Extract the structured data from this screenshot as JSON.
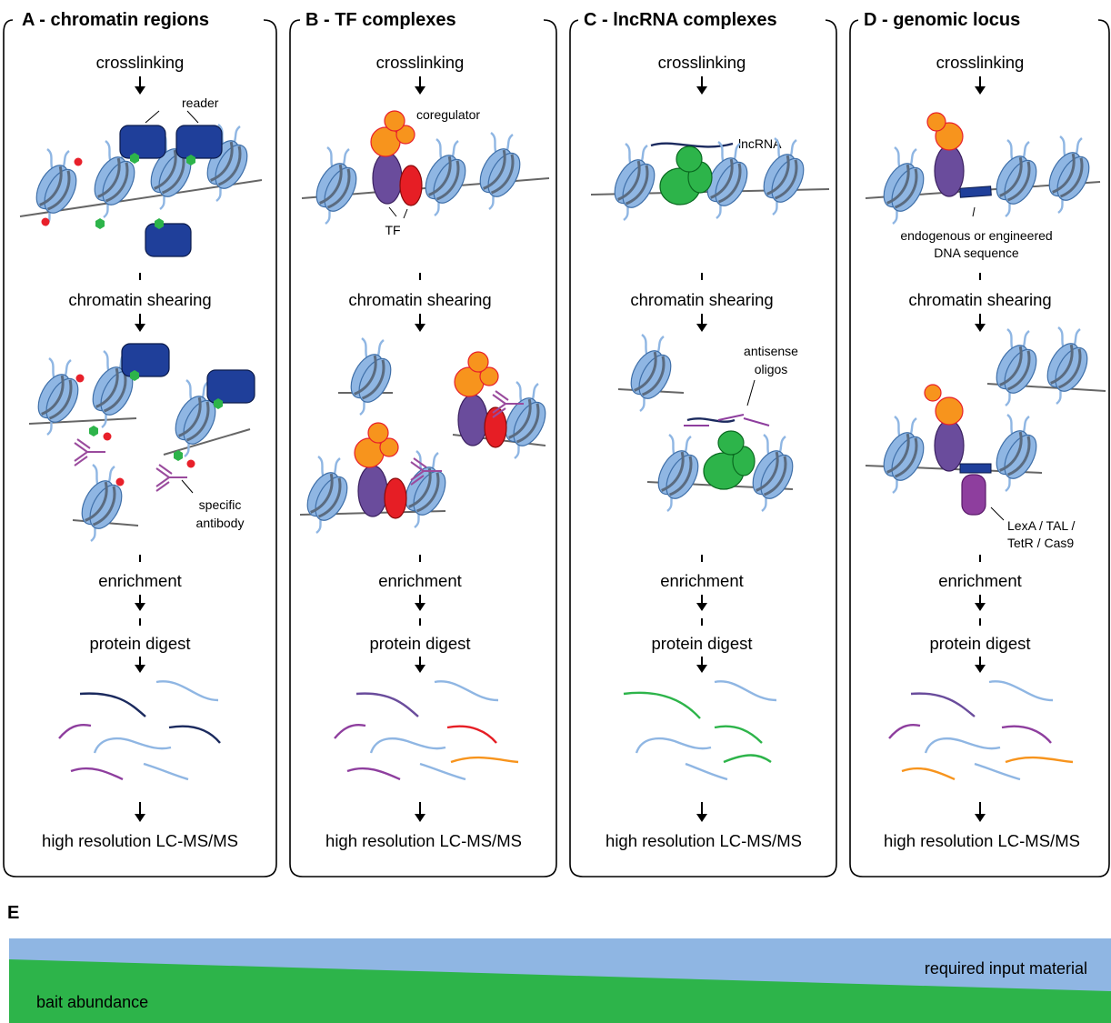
{
  "panels": [
    {
      "title": "A - chromatin regions",
      "steps": [
        "crosslinking",
        "chromatin shearing",
        "enrichment",
        "protein digest",
        "high resolution LC-MS/MS"
      ],
      "labels": [
        "reader",
        "specific",
        "antibody"
      ]
    },
    {
      "title": "B - TF complexes",
      "steps": [
        "crosslinking",
        "chromatin shearing",
        "enrichment",
        "protein digest",
        "high resolution LC-MS/MS"
      ],
      "labels": [
        "coregulator",
        "TF"
      ]
    },
    {
      "title": "C - lncRNA complexes",
      "steps": [
        "crosslinking",
        "chromatin shearing",
        "enrichment",
        "protein digest",
        "high resolution LC-MS/MS"
      ],
      "labels": [
        "lncRNA",
        "antisense",
        "oligos"
      ]
    },
    {
      "title": "D - genomic locus",
      "steps": [
        "crosslinking",
        "chromatin shearing",
        "enrichment",
        "protein digest",
        "high resolution LC-MS/MS"
      ],
      "labels": [
        "endogenous or engineered",
        "DNA sequence",
        "LexA / TAL /",
        "TetR / Cas9"
      ]
    }
  ],
  "panel_e": {
    "title": "E",
    "top_label": "required input material",
    "bottom_label": "bait abundance"
  },
  "colors": {
    "nucleosome": "#8fb6e3",
    "reader": "#1f3f9a",
    "modification_red": "#e8202a",
    "modification_green": "#2db44a",
    "antibody": "#9a4b9d",
    "coregulator": "#f7941d",
    "tf_purple": "#6a4c9c",
    "tf_red": "#e61e25",
    "lncrna_complex": "#2db44a",
    "lncrna": "#1b2a5e",
    "locus_dna": "#1f3f9a",
    "lexa": "#8e3e9e",
    "required_input": "#8fb6e3",
    "bait_abundance": "#2db44a"
  }
}
